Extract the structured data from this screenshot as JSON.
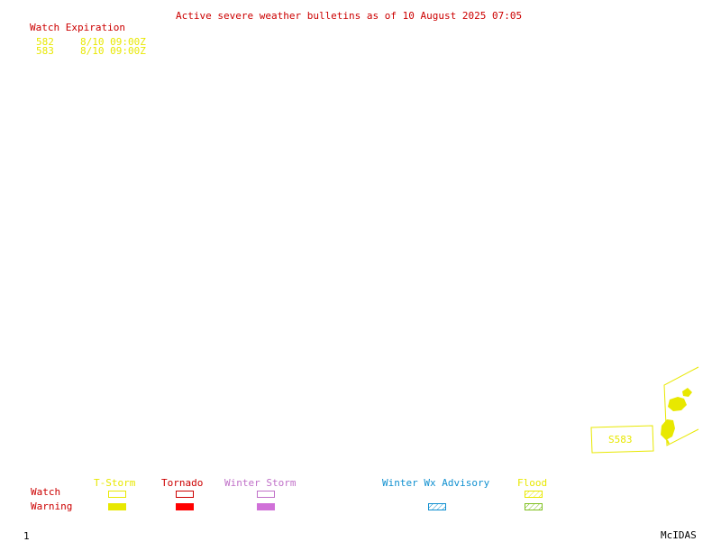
{
  "header": {
    "title": "Active severe weather bulletins as of 10 August 2025 07:05"
  },
  "watch_expiration": {
    "heading": "Watch Expiration",
    "rows": [
      {
        "id": "582",
        "time": "8/10 09:00Z"
      },
      {
        "id": "583",
        "time": "8/10 09:00Z"
      }
    ]
  },
  "map": {
    "watch_label": "S583"
  },
  "legend": {
    "row_labels": {
      "watch": "Watch",
      "warning": "Warning"
    },
    "columns": [
      {
        "label": "T-Storm",
        "color": "#e8e800"
      },
      {
        "label": "Tornado",
        "color": "#ff0000"
      },
      {
        "label": "Winter Storm",
        "color": "#d070d8"
      },
      {
        "label": "Winter Wx Advisory",
        "color": "#1090d0"
      },
      {
        "label": "Flood",
        "color": "#80c020"
      }
    ]
  },
  "footer": {
    "frame_number": "1",
    "software": "McIDAS"
  }
}
